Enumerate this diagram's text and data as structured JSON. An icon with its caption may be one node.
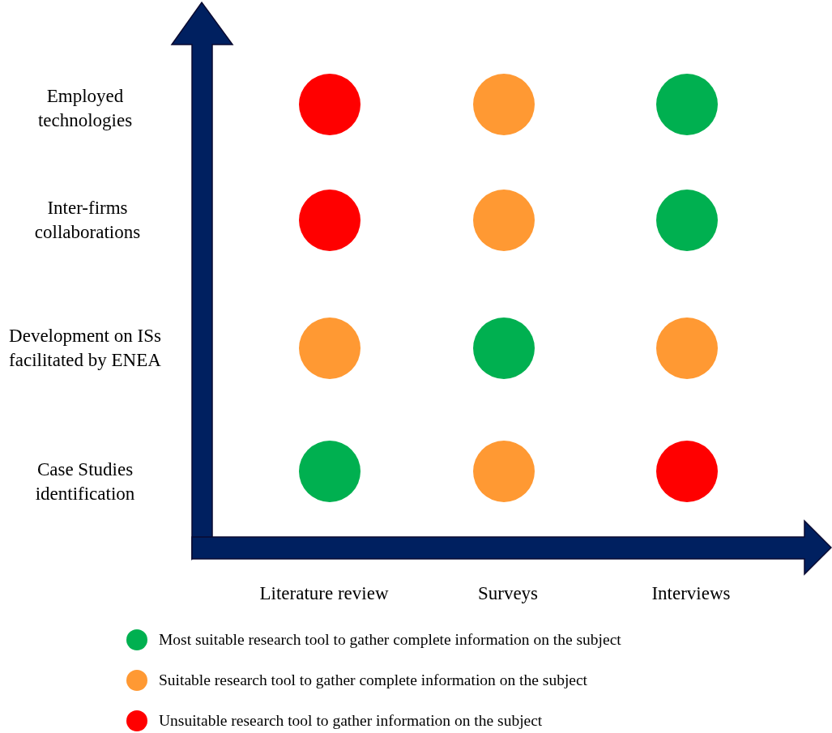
{
  "diagram": {
    "nodes": [
      {
        "text": [],
        "shape": "circle"
      },
      {
        "text": [],
        "shape": "circle"
      },
      {
        "text": [],
        "shape": "circle"
      },
      {
        "text": [],
        "shape": "circle"
      },
      {
        "text": [],
        "shape": "circle"
      },
      {
        "text": [],
        "shape": "circle"
      },
      {
        "text": [],
        "shape": "circle"
      },
      {
        "text": [],
        "shape": "circle"
      },
      {
        "text": [],
        "shape": "circle"
      },
      {
        "text": [],
        "shape": "circle"
      },
      {
        "text": [],
        "shape": "circle"
      },
      {
        "text": [],
        "shape": "circle"
      }
    ],
    "labels": [
      "Employed technologies",
      "Inter-firms collaborations",
      "Development on ISs facilitated by ENEA",
      "Case Studies identification",
      "Literature review",
      "Surveys",
      "Interviews"
    ],
    "legend": [
      {
        "text": "Most suitable research tool to gather complete information on the subject",
        "color": "#00b050"
      },
      {
        "text": "Suitable research tool to gather complete information on the subject",
        "color": "#ff9933"
      },
      {
        "text": "Unsuitable research tool to gather information on the subject",
        "color": "#ff0000"
      }
    ]
  }
}
